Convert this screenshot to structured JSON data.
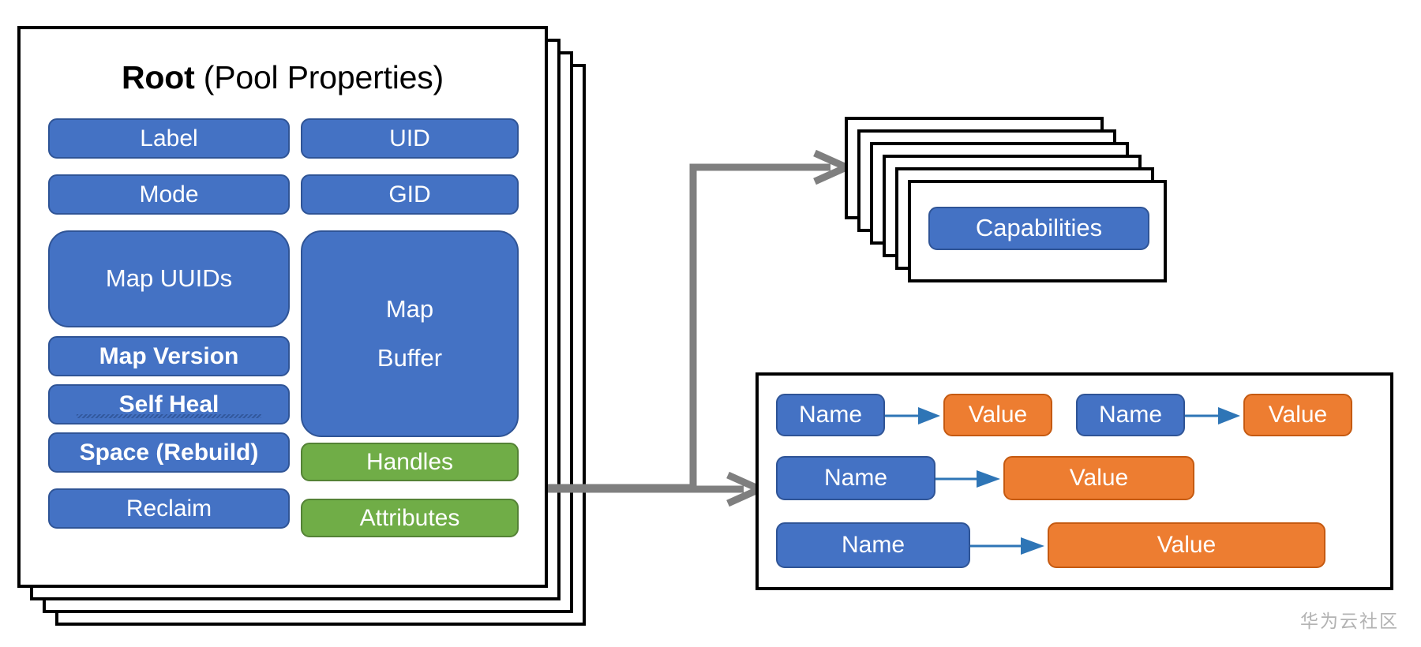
{
  "diagram": {
    "title_bold": "Root",
    "title_rest": " (Pool Properties)",
    "watermark": "华为云社区",
    "colors": {
      "blue_fill": "#4472C4",
      "blue_border": "#2F5496",
      "green_fill": "#70AD47",
      "green_border": "#548235",
      "orange_fill": "#ED7D31",
      "orange_border": "#C55A11",
      "connector_gray": "#7F7F7F",
      "arrow_blue": "#2E75B6",
      "sheet_border": "#000000",
      "background": "#FFFFFF",
      "watermark_gray": "#B3B3B3"
    },
    "root": {
      "sheet_count": 4,
      "left_column": [
        {
          "label": "Label",
          "style": "blue"
        },
        {
          "label": "Mode",
          "style": "blue"
        },
        {
          "label": "Map UUIDs",
          "style": "blue"
        },
        {
          "label": "Map Version",
          "style": "blue"
        },
        {
          "label": "Self Heal",
          "style": "blue",
          "spellcheck_underline": true
        },
        {
          "label": "Space (Rebuild)",
          "style": "blue"
        },
        {
          "label": "Reclaim",
          "style": "blue"
        }
      ],
      "right_column": [
        {
          "label": "UID",
          "style": "blue"
        },
        {
          "label": "GID",
          "style": "blue"
        },
        {
          "label": "Map\nBuffer",
          "style": "blue"
        },
        {
          "label": "Handles",
          "style": "green"
        },
        {
          "label": "Attributes",
          "style": "green"
        }
      ]
    },
    "capabilities": {
      "sheet_count": 6,
      "chip_label": "Capabilities",
      "chip_style": "blue"
    },
    "attributes_panel": {
      "rows": [
        {
          "pairs": [
            {
              "name": "Name",
              "value": "Value"
            },
            {
              "name": "Name",
              "value": "Value"
            }
          ]
        },
        {
          "pairs": [
            {
              "name": "Name",
              "value": "Value"
            }
          ]
        },
        {
          "pairs": [
            {
              "name": "Name",
              "value": "Value"
            }
          ]
        }
      ]
    },
    "connectors": [
      {
        "from": "Handles",
        "to": "Capabilities stack",
        "style": "gray-elbow-up"
      },
      {
        "from": "Attributes",
        "to": "Attributes panel",
        "style": "gray-straight"
      }
    ]
  }
}
